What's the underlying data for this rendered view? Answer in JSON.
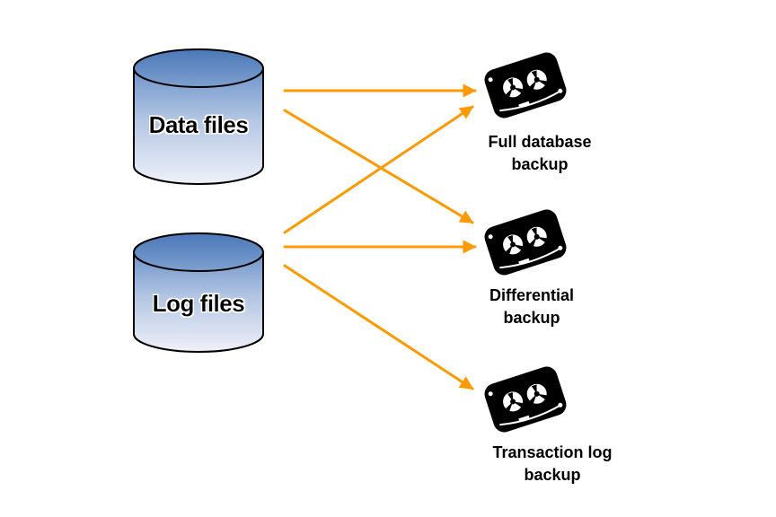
{
  "sources": [
    {
      "id": "data",
      "label": "Data files"
    },
    {
      "id": "log",
      "label": "Log files"
    }
  ],
  "targets": [
    {
      "id": "full",
      "label_lines": [
        "Full database",
        "backup"
      ]
    },
    {
      "id": "diff",
      "label_lines": [
        "Differential",
        "backup"
      ]
    },
    {
      "id": "tlog",
      "label_lines": [
        "Transaction log",
        "backup"
      ]
    }
  ],
  "edges": [
    {
      "from": "data",
      "to": "full"
    },
    {
      "from": "data",
      "to": "diff"
    },
    {
      "from": "log",
      "to": "full"
    },
    {
      "from": "log",
      "to": "diff"
    },
    {
      "from": "log",
      "to": "tlog"
    }
  ],
  "colors": {
    "arrow": "#FF9900",
    "cylinder_top": "#4F7FBF",
    "cylinder_bottom": "#E8EDF6",
    "tape": "#000000"
  }
}
